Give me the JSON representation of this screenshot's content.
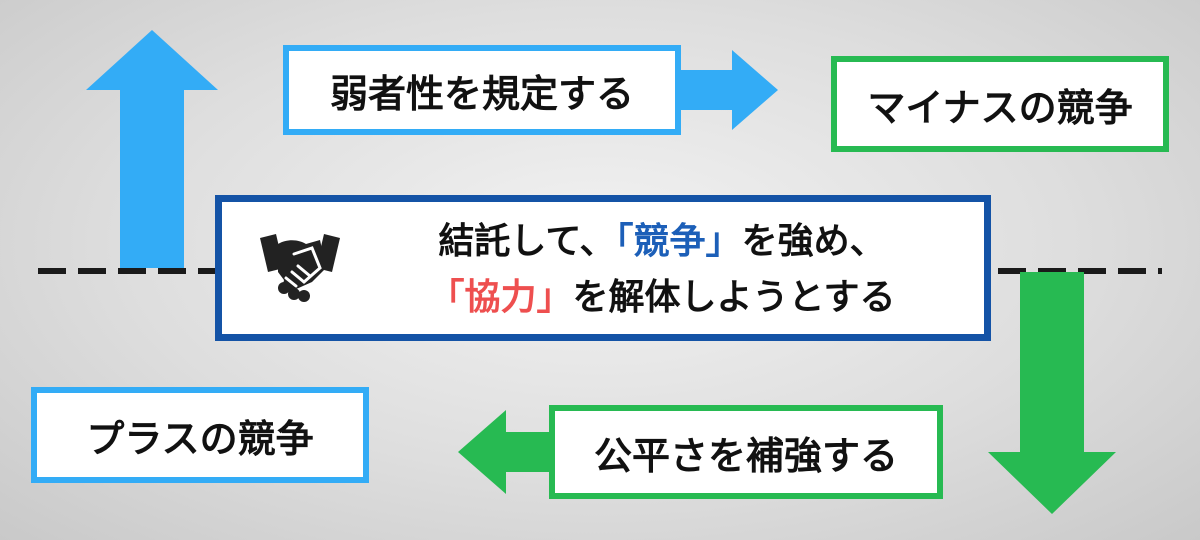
{
  "labels": {
    "weak": "弱者性を規定する",
    "minus": "マイナスの競争",
    "plus": "プラスの競争",
    "fair": "公平さを補強する"
  },
  "center": {
    "line1": {
      "a": "結託して、",
      "b": "「競争」",
      "c": "を強め、"
    },
    "line2": {
      "a": "「協力」",
      "b": "を解体しようとする"
    }
  },
  "icons": {
    "center": "handshake-icon"
  },
  "colors": {
    "blue": "#33acf6",
    "green": "#27ba52",
    "navy": "#1453a6",
    "highlight_blue": "#1c5fb8",
    "highlight_red": "#ee4f4f"
  }
}
